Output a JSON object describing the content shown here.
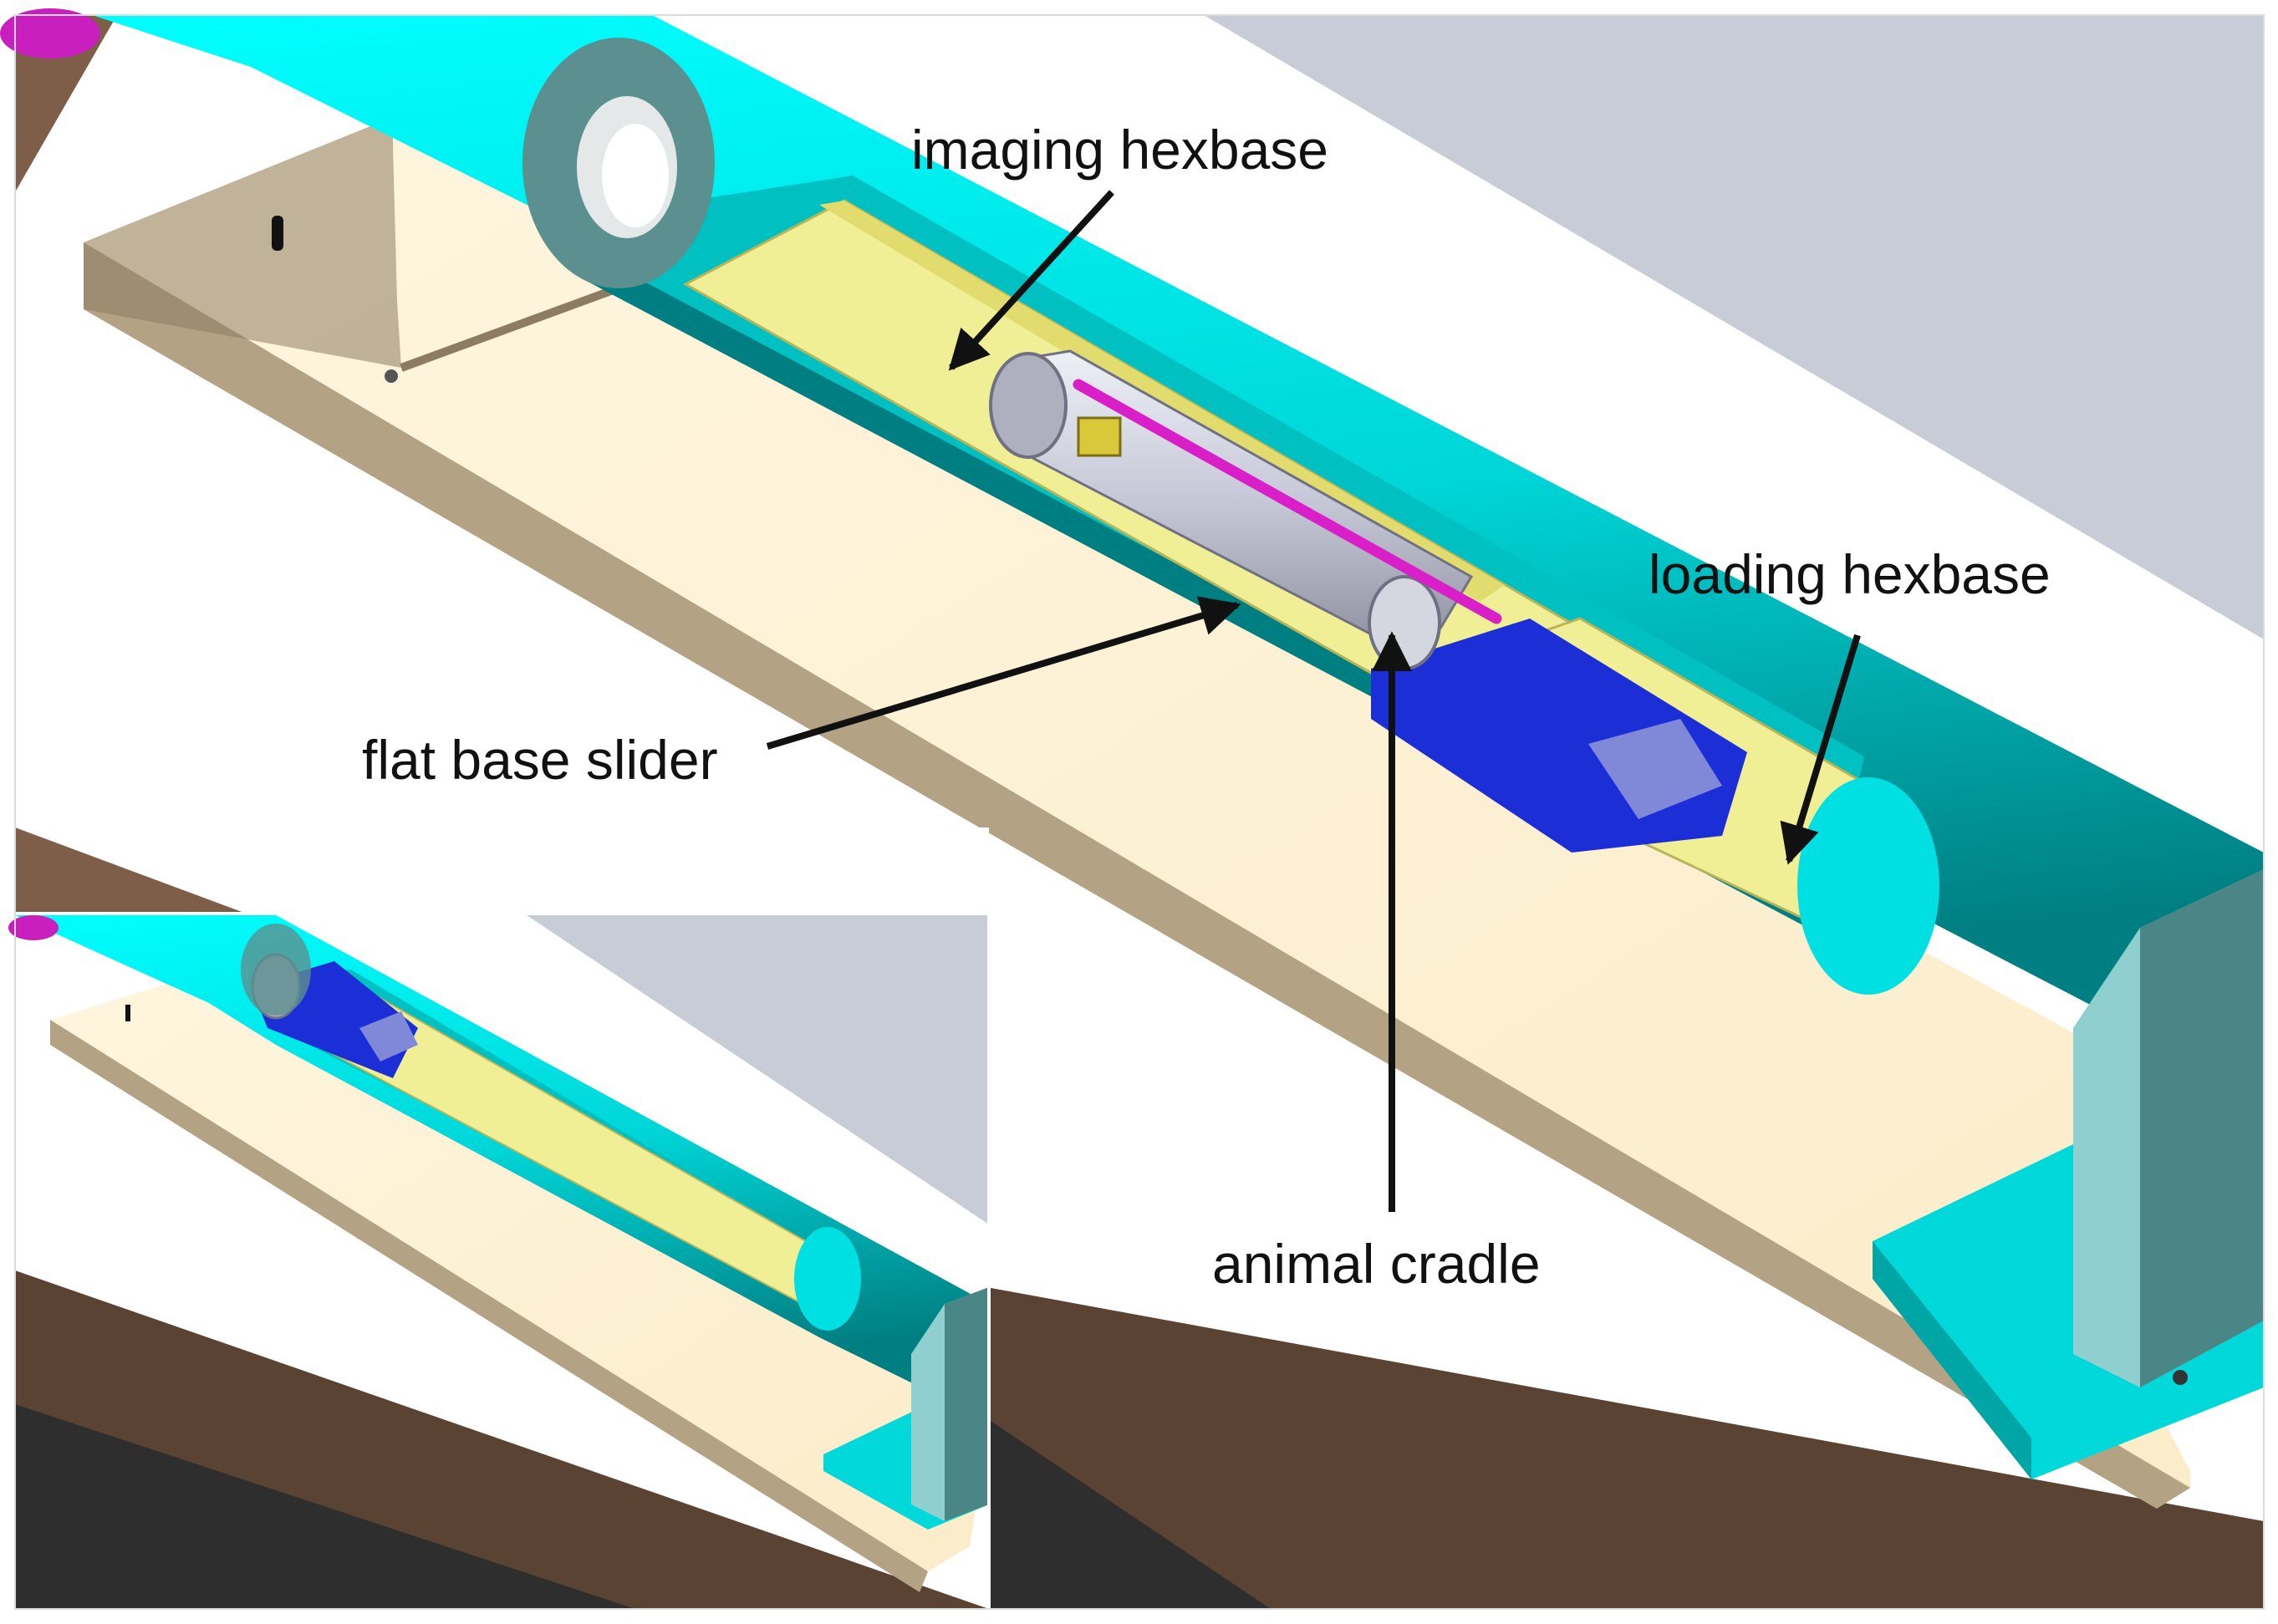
{
  "labels": {
    "imaging_hexbase": "imaging hexbase",
    "loading_hexbase": "loading hexbase",
    "flat_base_slider": "flat base slider",
    "animal_cradle": "animal cradle"
  },
  "colors": {
    "tube": "#00e8e8",
    "tube_dark": "#008f91",
    "tube_end": "#5c9090",
    "base_board": "#fdf1d4",
    "base_edge": "#b3a384",
    "hexbase": "#f1ef96",
    "cradle": "#c4c6d6",
    "blue_block": "#1c2fd6",
    "magenta_rod": "#d81fc8",
    "floor_brown": "#7e5e48",
    "gray_panel": "#c8ccd6",
    "dark_floor": "#2e2e2e",
    "pedestal": "#8fcfd0"
  }
}
